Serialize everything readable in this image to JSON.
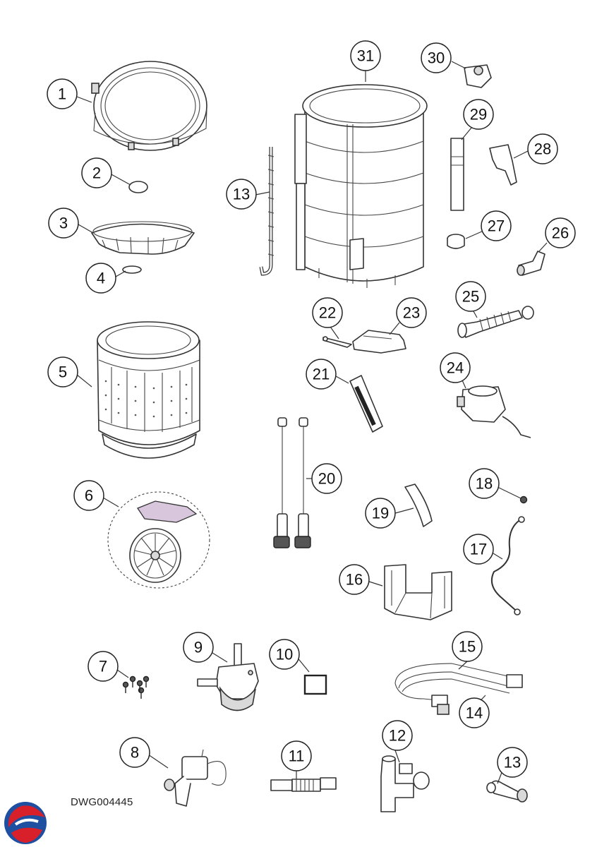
{
  "drawing": {
    "code": "DWG004445"
  },
  "callouts": [
    {
      "part": "outer-tub-cover",
      "label": "1"
    },
    {
      "part": "seal-ring-small",
      "label": "2"
    },
    {
      "part": "balance-ring",
      "label": "3"
    },
    {
      "part": "o-ring",
      "label": "4"
    },
    {
      "part": "inner-basket",
      "label": "5"
    },
    {
      "part": "pulsator-assembly",
      "label": "6"
    },
    {
      "part": "screws",
      "label": "7"
    },
    {
      "part": "drain-pump",
      "label": "8"
    },
    {
      "part": "gear-case-clutch",
      "label": "9"
    },
    {
      "part": "gasket",
      "label": "10"
    },
    {
      "part": "drain-hose-short",
      "label": "11"
    },
    {
      "part": "drain-valve",
      "label": "12"
    },
    {
      "part": "air-tube",
      "label": "13"
    },
    {
      "part": "hose-elbow",
      "label": "13"
    },
    {
      "part": "inlet-hose-a",
      "label": "14"
    },
    {
      "part": "inlet-hose-b",
      "label": "15"
    },
    {
      "part": "motor-bracket",
      "label": "16"
    },
    {
      "part": "ground-wire",
      "label": "17"
    },
    {
      "part": "nut",
      "label": "18"
    },
    {
      "part": "pad",
      "label": "19"
    },
    {
      "part": "suspension-rods",
      "label": "20"
    },
    {
      "part": "lint-filter",
      "label": "21"
    },
    {
      "part": "clip",
      "label": "22"
    },
    {
      "part": "filter-housing",
      "label": "23"
    },
    {
      "part": "motor",
      "label": "24"
    },
    {
      "part": "drain-hose-long",
      "label": "25"
    },
    {
      "part": "elbow-hose",
      "label": "26"
    },
    {
      "part": "cap",
      "label": "27"
    },
    {
      "part": "bracket",
      "label": "28"
    },
    {
      "part": "strip",
      "label": "29"
    },
    {
      "part": "pressure-switch",
      "label": "30"
    },
    {
      "part": "outer-tub",
      "label": "31"
    }
  ]
}
